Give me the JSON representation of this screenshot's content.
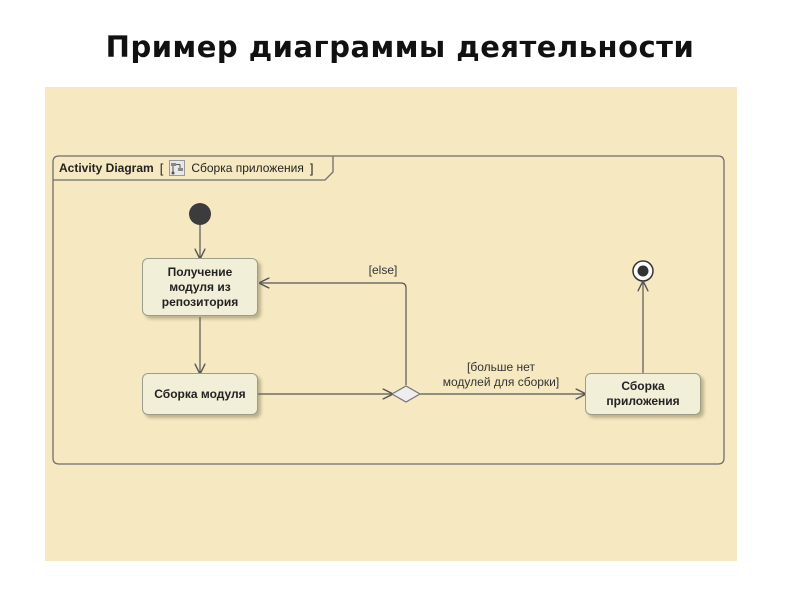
{
  "slide": {
    "title": "Пример диаграммы деятельности"
  },
  "frame": {
    "kind": "Activity Diagram",
    "bracket_open": "[",
    "name": "Сборка приложения",
    "bracket_close": "]",
    "icon": "activity-icon"
  },
  "nodes": {
    "fetch": "Получение\nмодуля из\nрепозитория",
    "build_module": "Сборка модуля",
    "build_app": "Сборка\nприложения"
  },
  "guards": {
    "else": "[else]",
    "done": "[больше нет\nмодулей для сборки]"
  },
  "colors": {
    "canvas": "#f6e9c1",
    "action_fill": "#f2efd8",
    "line": "#555555"
  }
}
